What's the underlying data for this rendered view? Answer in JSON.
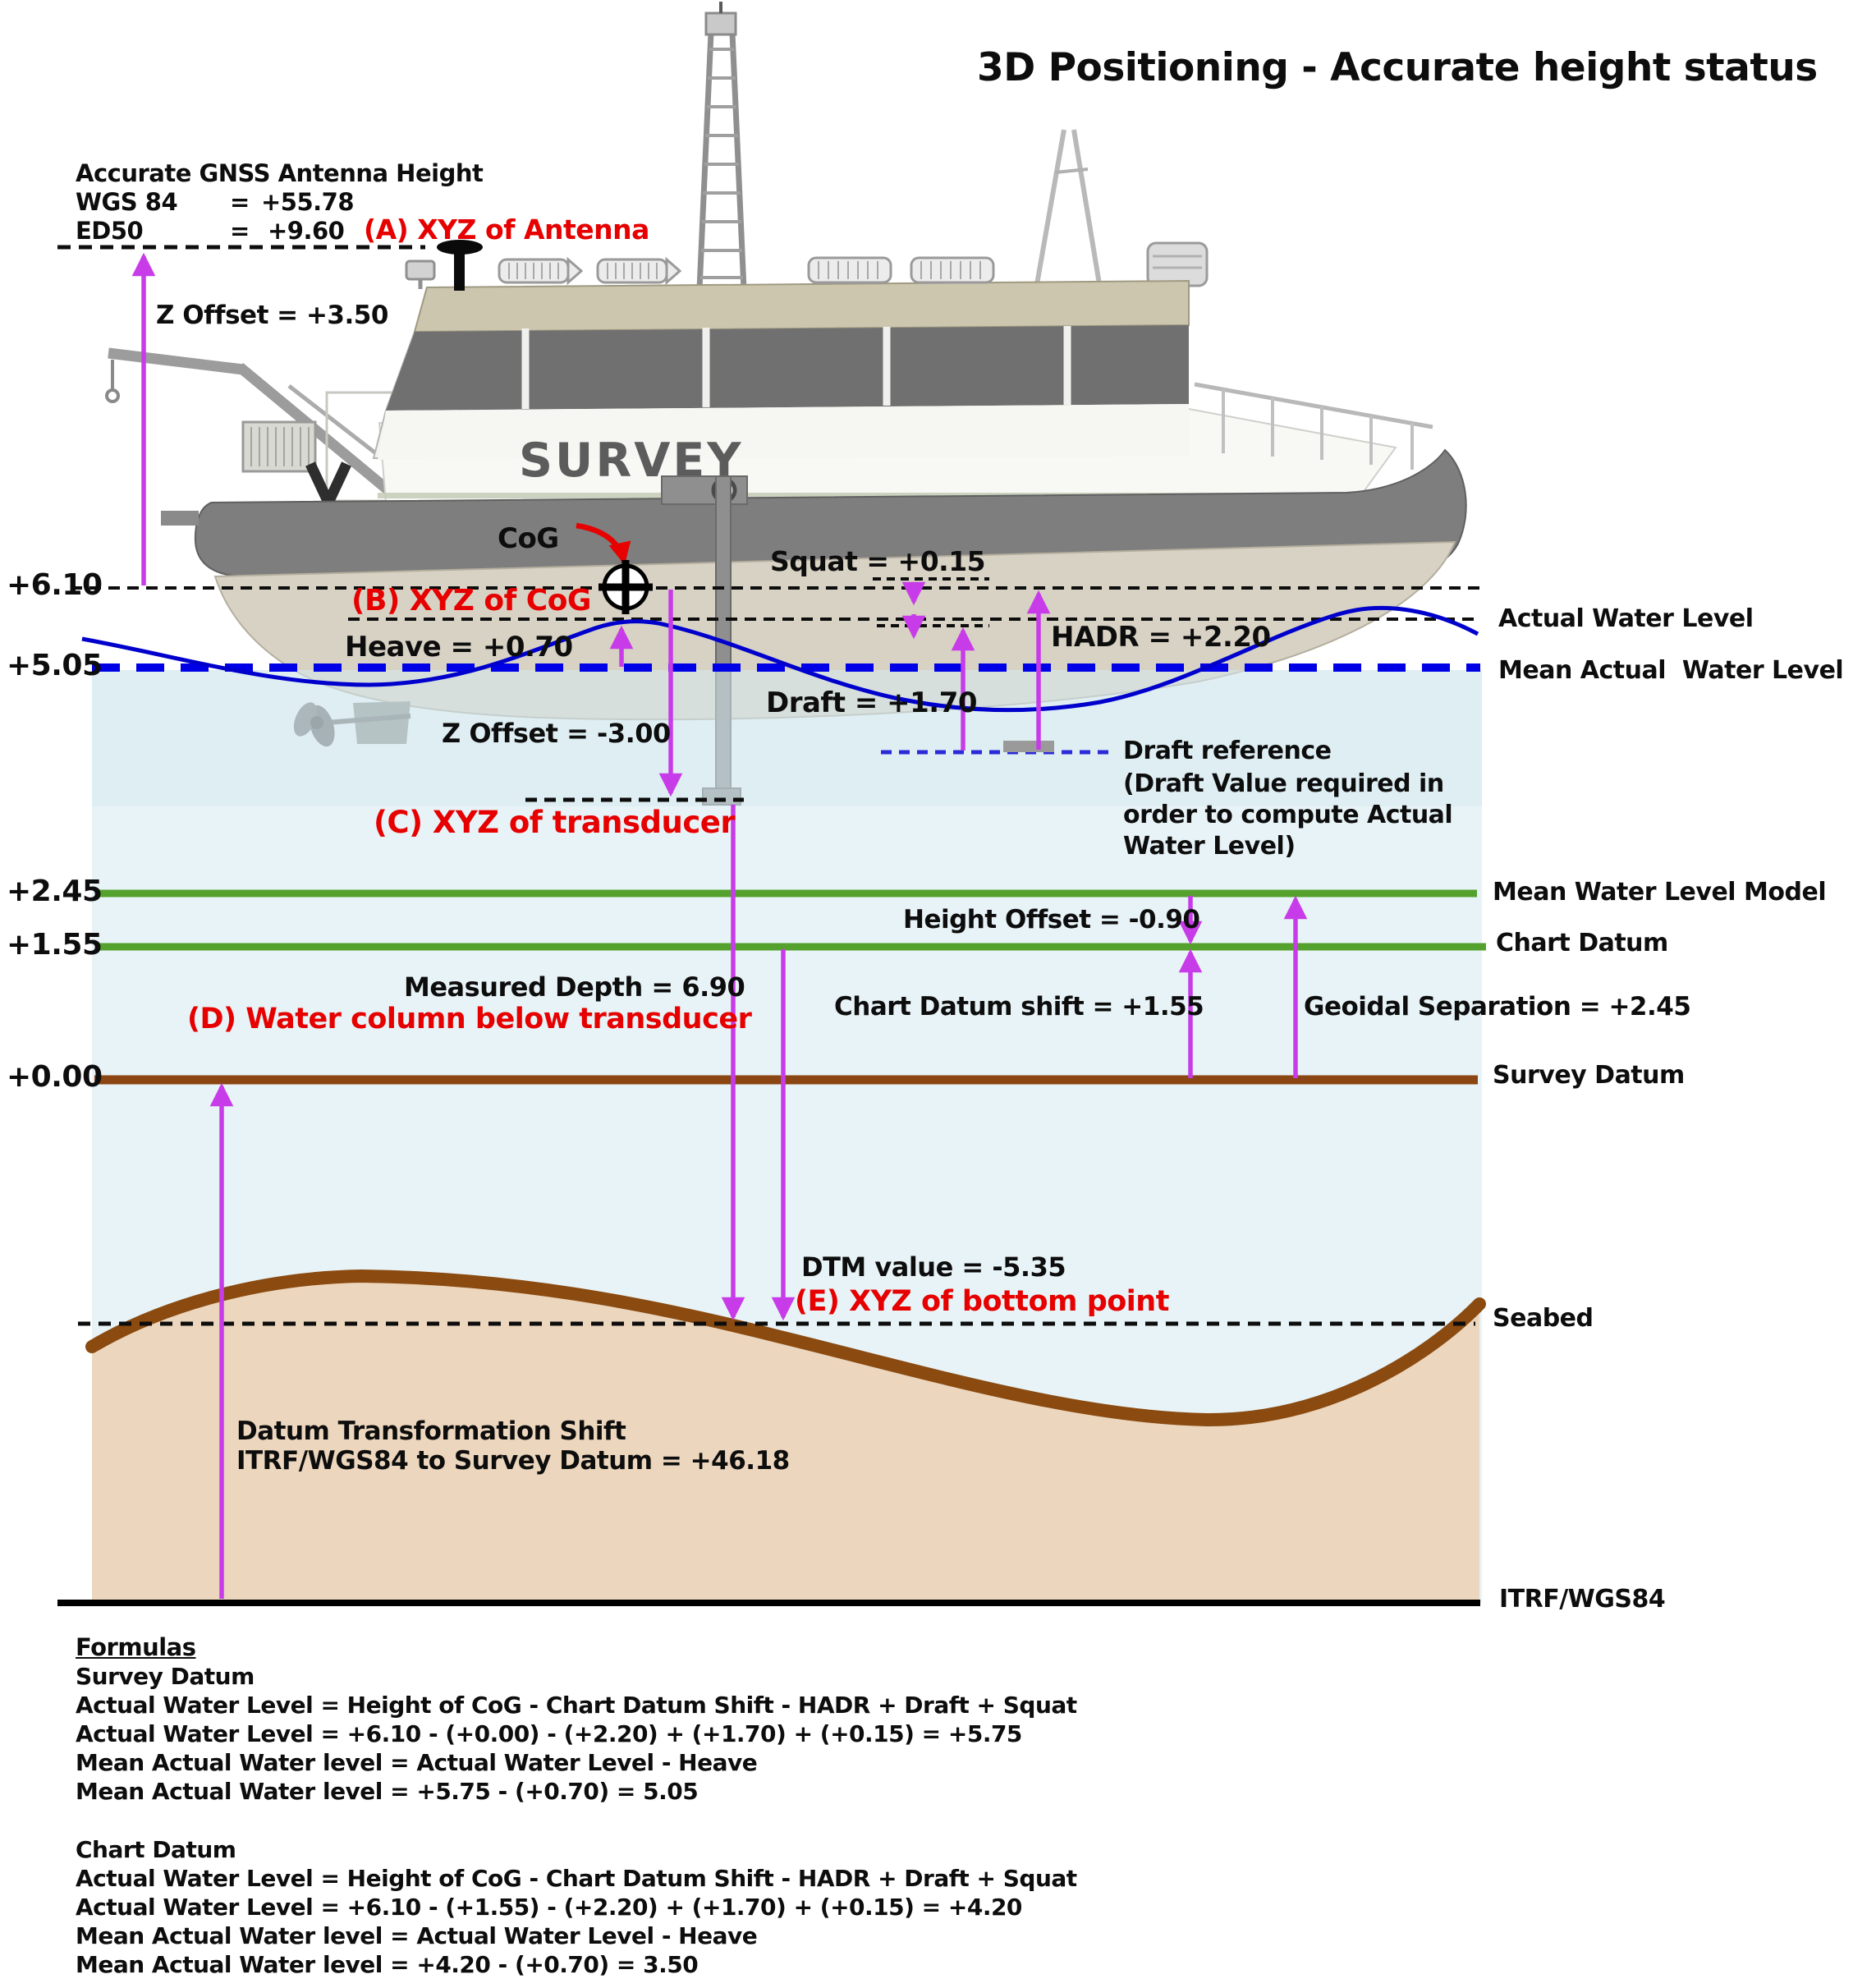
{
  "title": "3D Positioning - Accurate height status",
  "gnss_block": {
    "heading": "Accurate GNSS Antenna Height",
    "row1_label": "WGS 84",
    "row1_eq": "=",
    "row1_value": "+55.78",
    "row2_label": "ED50",
    "row2_eq": "=",
    "row2_value": "+9.60"
  },
  "labels": {
    "a": "(A) XYZ of Antenna",
    "b": "(B) XYZ of CoG",
    "c": "(C) XYZ of transducer",
    "d": "(D) Water column below transducer",
    "e": "(E) XYZ of bottom point",
    "cog": "CoG",
    "z_offset_pos": "Z Offset = +3.50",
    "z_offset_neg": "Z Offset = -3.00",
    "squat": "Squat = +0.15",
    "heave": "Heave = +0.70",
    "hadr": "HADR = +2.20",
    "draft": "Draft = +1.70",
    "draft_ref_1": "Draft reference",
    "draft_ref_2": "(Draft Value required in",
    "draft_ref_3": "order to compute Actual",
    "draft_ref_4": "Water Level)",
    "height_offset": "Height Offset = -0.90",
    "measured_depth": "Measured Depth = 6.90",
    "cd_shift": "Chart Datum shift = +1.55",
    "geoidal": "Geoidal Separation = +2.45",
    "dtm": "DTM value = -5.35",
    "datum_shift_1": "Datum Transformation Shift",
    "datum_shift_2": "ITRF/WGS84 to Survey Datum = +46.18"
  },
  "levels": {
    "cog": "+6.10",
    "mean_actual": "+5.05",
    "mwlm": "+2.45",
    "chart_datum": "+1.55",
    "survey_datum": "+0.00"
  },
  "right_labels": {
    "awl": "Actual Water Level",
    "mawl": "Mean Actual  Water Level",
    "mwlm": "Mean Water Level Model",
    "cd": "Chart Datum",
    "sd": "Survey Datum",
    "seabed": "Seabed",
    "itrf": "ITRF/WGS84"
  },
  "boat": {
    "hull_text": "SURVEY"
  },
  "formulas": {
    "heading": "Formulas",
    "survey_heading": "Survey Datum",
    "survey_lines": [
      "Actual Water Level = Height of CoG - Chart Datum Shift - HADR + Draft + Squat",
      "Actual Water Level = +6.10 - (+0.00) - (+2.20) + (+1.70) + (+0.15) = +5.75",
      "Mean Actual Water level = Actual Water Level - Heave",
      "Mean Actual Water level = +5.75 - (+0.70) = 5.05"
    ],
    "chart_heading": "Chart Datum",
    "chart_lines": [
      "Actual Water Level = Height of CoG - Chart Datum Shift - HADR + Draft + Squat",
      "Actual Water Level = +6.10 - (+1.55) - (+2.20) + (+1.70) + (+0.15) = +4.20",
      "Mean Actual Water level = Actual Water Level - Heave",
      "Mean Actual Water level = +4.20 - (+0.70) = 3.50"
    ]
  },
  "colors": {
    "magenta_arrow": "#c73ce8",
    "red_accent": "#e60000",
    "green_line": "#55a12e",
    "brown_line": "#8a4513",
    "blue_dashed": "#0000e6",
    "wave_blue": "#0000cc",
    "water_fill": "#e8f3f7",
    "sand_fill": "#ecd6bd",
    "seabed_stroke": "#8a4a10"
  }
}
